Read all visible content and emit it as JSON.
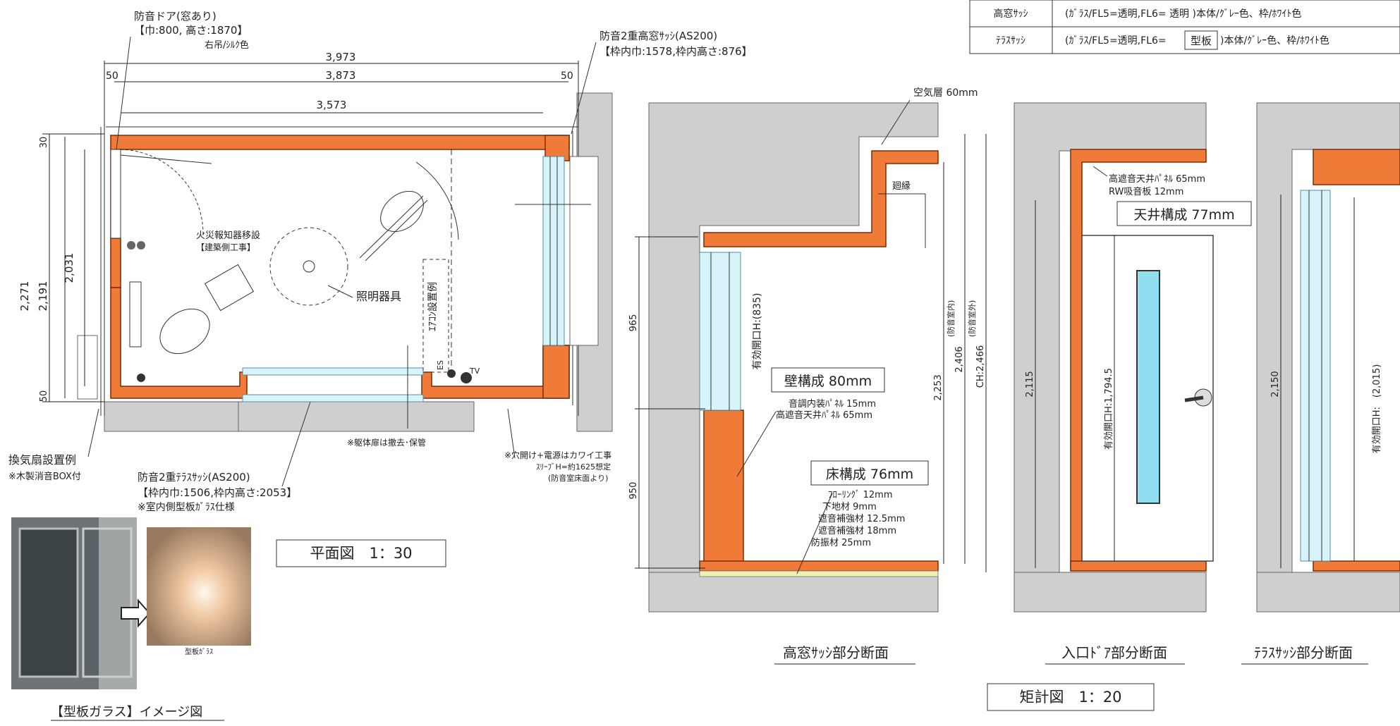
{
  "spec_table": {
    "rows": [
      {
        "label": "高窓ｻｯｼ",
        "spec": "(ｶﾞﾗｽ/FL5=透明,FL6= 透明 )本体/ｸﾞﾚｰ色、枠/ﾎﾜｲﾄ色"
      },
      {
        "label": "ﾃﾗｽｻｯｼ",
        "spec_before": "(ｶﾞﾗｽ/FL5=透明,FL6=",
        "spec_boxed": "型板",
        "spec_after": ")本体/ｸﾞﾚｰ色、枠/ﾎﾜｲﾄ色"
      }
    ]
  },
  "plan": {
    "door_label": "防音ドア(窓あり)",
    "door_spec": "【巾:800, 高さ:1870】",
    "door_note": "右吊/ｼﾙｸ色",
    "high_sash_label": "防音2重高窓ｻｯｼ(AS200)",
    "high_sash_spec": "【枠内巾:1578,枠内高さ:876】",
    "dims_top": [
      "3,973",
      "3,873",
      "3,573",
      "50",
      "50"
    ],
    "dims_left": [
      "2,271",
      "2,191",
      "2,031",
      "30",
      "50"
    ],
    "fire_alarm": "火災報知器移設",
    "fire_alarm_note": "【建築側工事】",
    "lighting": "照明器具",
    "aircon": "ｴｱｺﾝ設置例",
    "es_label": "ES",
    "tv_label": "TV",
    "body_door_note": "※躯体扉は撤去･保管",
    "hole_note": "※穴開け+電源はカワイ工事",
    "sleeve_note": "ｽﾘｰﾌﾞH=約1625想定",
    "sleeve_note2": "(防音室床面より)",
    "fan_label": "換気扇設置例",
    "fan_note": "※木製消音BOX付",
    "terrace_label": "防音2重ﾃﾗｽｻｯｼ(AS200)",
    "terrace_spec": "【枠内巾:1506,枠内高さ:2053】",
    "terrace_note": "※室内側型板ｶﾞﾗｽ仕様",
    "title": "平面図　1：30"
  },
  "image_caption": "【型板ガラス】イメージ図",
  "glass_caption": "型板ｶﾞﾗｽ",
  "section_high": {
    "air_layer": "空気層 60mm",
    "mawaribuchi": "廻縁",
    "dim_965": "965",
    "dim_950": "950",
    "eff_open": "有効開口H:(835)",
    "wall_title": "壁構成 80mm",
    "wall_items": [
      "音調内装ﾊﾟﾈﾙ 15mm",
      "高遮音天井ﾊﾟﾈﾙ 65mm"
    ],
    "floor_title": "床構成 76mm",
    "floor_items": [
      "ﾌﾛｰﾘﾝｸﾞ 12mm",
      "下地材 9mm",
      "遮音補強材 12.5mm",
      "遮音補強材 18mm",
      "防振材 25mm"
    ],
    "dim_2253": "2,253",
    "dim_2253_note": "(防音室内)",
    "dim_2406": "2,406",
    "dim_2406_note": "(防音室外)",
    "ch": "CH:2,466",
    "title": "高窓ｻｯｼ部分断面"
  },
  "section_door": {
    "ceiling_items": [
      "高遮音天井ﾊﾟﾈﾙ 65mm",
      "RW吸音板 12mm"
    ],
    "ceiling_title": "天井構成 77mm",
    "dim_2115": "2,115",
    "eff_open": "有効開口H:1,794.5",
    "title": "入口ﾄﾞｱ部分断面"
  },
  "section_terrace": {
    "dim_2150": "2,150",
    "eff_open": "有効開口H:　(2,015)",
    "title": "ﾃﾗｽｻｯｼ部分断面"
  },
  "section_title": "矩計図　1：20"
}
